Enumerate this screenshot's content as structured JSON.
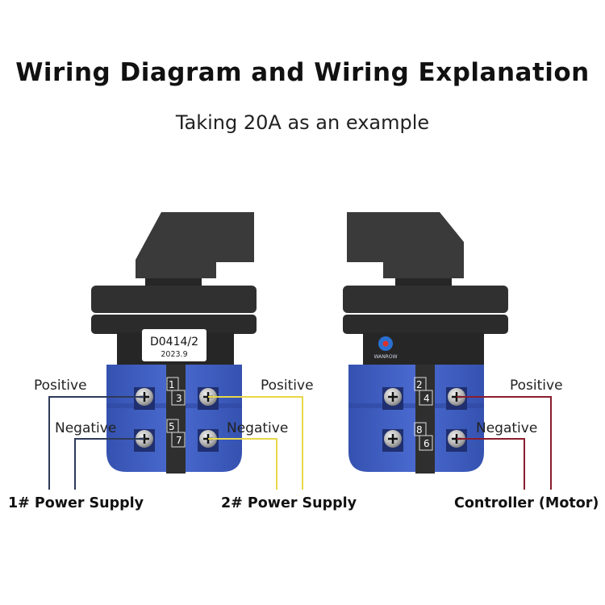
{
  "header": {
    "title": "Wiring Diagram and Wiring Explanation",
    "subtitle": "Taking 20A as an example"
  },
  "left_switch": {
    "model": "D0414/2",
    "date": "2023.9",
    "terminals": [
      "1",
      "3",
      "5",
      "7"
    ],
    "labels": {
      "left_positive": "Positive",
      "left_negative": "Negative",
      "right_positive": "Positive",
      "right_negative": "Negative"
    },
    "outputs": {
      "supply1": "1# Power Supply",
      "supply2": "2# Power Supply"
    }
  },
  "right_switch": {
    "brand": "WANROW",
    "terminals": [
      "2",
      "4",
      "8",
      "6"
    ],
    "labels": {
      "positive": "Positive",
      "negative": "Negative"
    },
    "outputs": {
      "controller": "Controller (Motor)"
    }
  },
  "colors": {
    "supply1_wire": "#2e3a5a",
    "supply2_wire": "#e8d84a",
    "controller_wire": "#8a1c2c",
    "body_blue": "#3f5fbf",
    "body_black": "#2a2a2a"
  }
}
